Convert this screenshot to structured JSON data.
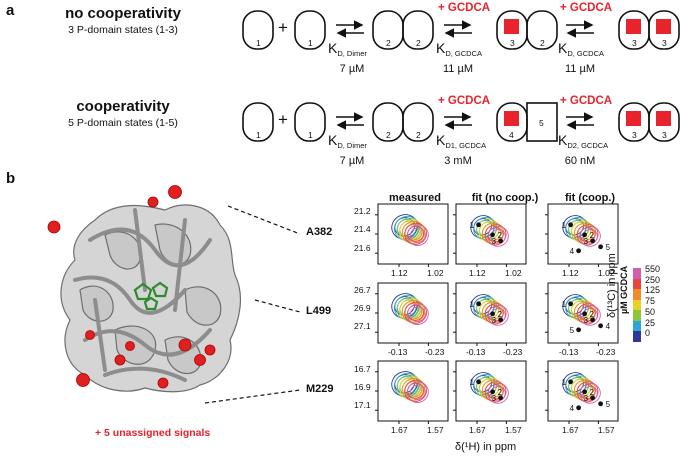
{
  "panel_a": {
    "letter": "a",
    "row1": {
      "title": "no cooperativity",
      "subtitle": "3 P-domain states (1-3)",
      "states": [
        "1",
        "1",
        "2",
        "2",
        "3",
        "2",
        "3",
        "3"
      ],
      "plus": "+",
      "steps": [
        {
          "ligand": "",
          "kd_main": "K",
          "kd_sub": "D, Dimer",
          "conc": "7 µM"
        },
        {
          "ligand": "+ GCDCA",
          "kd_main": "K",
          "kd_sub": "D, GCDCA",
          "conc": "11 µM"
        },
        {
          "ligand": "+ GCDCA",
          "kd_main": "K",
          "kd_sub": "D, GCDCA",
          "conc": "11 µM"
        }
      ]
    },
    "row2": {
      "title": "cooperativity",
      "subtitle": "5 P-domain states (1-5)",
      "states": [
        "1",
        "1",
        "2",
        "2",
        "4",
        "5",
        "3",
        "3"
      ],
      "plus": "+",
      "steps": [
        {
          "ligand": "",
          "kd_main": "K",
          "kd_sub": "D, Dimer",
          "conc": "7 µM"
        },
        {
          "ligand": "+ GCDCA",
          "kd_main": "K",
          "kd_sub": "D1, GCDCA",
          "conc": "3 mM"
        },
        {
          "ligand": "+ GCDCA",
          "kd_main": "K",
          "kd_sub": "D2, GCDCA",
          "conc": "60 nM"
        }
      ]
    }
  },
  "panel_b": {
    "letter": "b",
    "unassigned": "+ 5 unassigned signals",
    "columns": [
      "measured",
      "fit (no coop.)",
      "fit (coop.)"
    ],
    "residues": [
      {
        "name": "A382",
        "y_ticks": [
          "21.2",
          "21.4",
          "21.6"
        ],
        "x_ticks": [
          "1.12",
          "1.02"
        ]
      },
      {
        "name": "L499",
        "y_ticks": [
          "26.7",
          "26.9",
          "27.1"
        ],
        "x_ticks": [
          "-0.13",
          "-0.23"
        ]
      },
      {
        "name": "M229",
        "y_ticks": [
          "16.7",
          "16.9",
          "17.1"
        ],
        "x_ticks": [
          "1.67",
          "1.57"
        ]
      }
    ],
    "peak_labels": {
      "A382": {
        "no_coop": [
          "1",
          "2",
          "3"
        ],
        "coop": [
          "1",
          "2",
          "3",
          "5",
          "4"
        ]
      },
      "L499": {
        "no_coop": [
          "1",
          "2",
          "3"
        ],
        "coop": [
          "1",
          "2",
          "3",
          "4",
          "5"
        ]
      },
      "M229": {
        "no_coop": [
          "1",
          "2",
          "3"
        ],
        "coop": [
          "1",
          "2",
          "3",
          "5",
          "4"
        ]
      }
    },
    "x_axis_label": "δ(¹H) in ppm",
    "y_axis_label": "δ(¹³C) in ppm",
    "colorbar": {
      "title": "µM GCDCA",
      "values": [
        "550",
        "250",
        "125",
        "75",
        "50",
        "25",
        "0"
      ],
      "colors": [
        "#d15fb0",
        "#e8453c",
        "#f08a2c",
        "#e8cf2a",
        "#8cc63f",
        "#2aa7d6",
        "#2b3a99"
      ]
    }
  }
}
